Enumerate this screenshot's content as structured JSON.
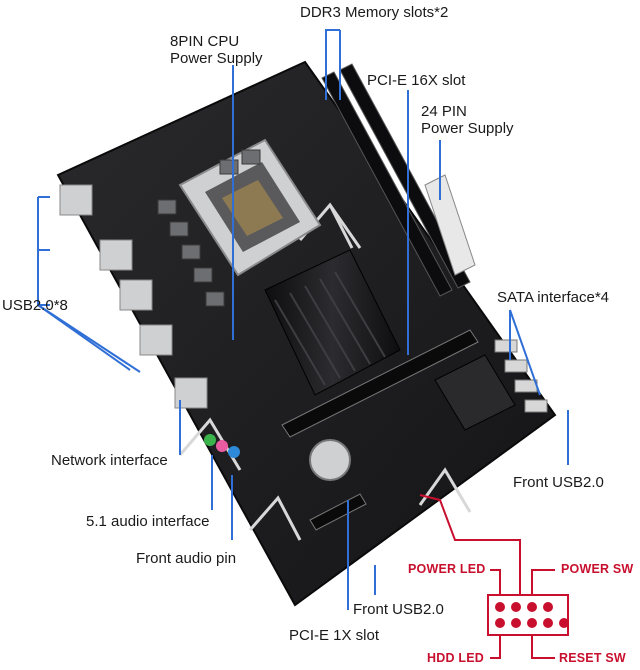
{
  "labels": {
    "ddr3": "DDR3 Memory slots*2",
    "cpu_power_l1": "8PIN CPU",
    "cpu_power_l2": "Power Supply",
    "pcie16": "PCI-E 16X slot",
    "atx24_l1": "24 PIN",
    "atx24_l2": "Power Supply",
    "usb2x8": "USB2.0*8",
    "sata": "SATA interface*4",
    "network": "Network interface",
    "front_usb_right": "Front USB2.0",
    "audio51": "5.1 audio interface",
    "front_audio": "Front audio pin",
    "front_usb_bottom": "Front USB2.0",
    "pcie1": "PCI-E 1X slot"
  },
  "panel_labels": {
    "power_led": "POWER LED",
    "power_sw": "POWER SW",
    "hdd_led": "HDD LED",
    "reset_sw": "RESET SW"
  },
  "colors": {
    "pcb": "#1b1b1d",
    "accent_red": "#c8102e",
    "leader": "#2f6fd6"
  }
}
